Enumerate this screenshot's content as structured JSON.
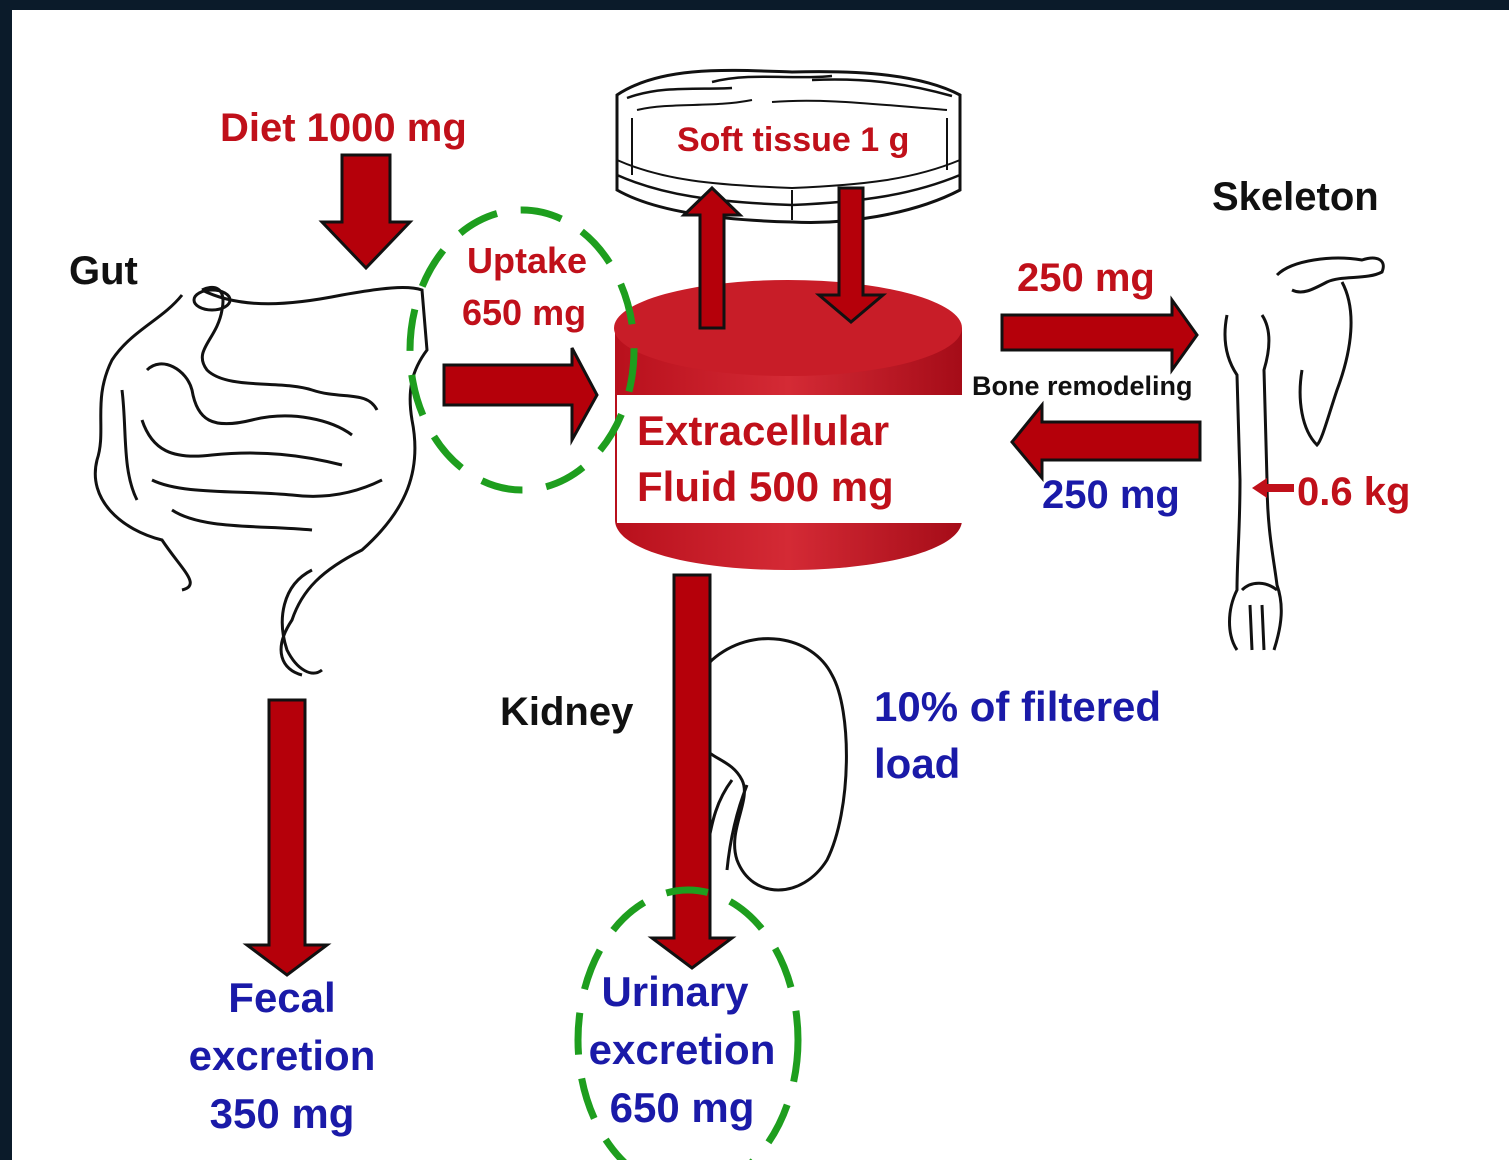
{
  "colors": {
    "flow_arrow": "#b5000a",
    "red_text": "#c0101a",
    "blue_text": "#1a1aa8",
    "highlight_circle": "#1e9e1e",
    "frame": "#0b1b2a"
  },
  "labels": {
    "diet": "Diet 1000 mg",
    "gut": "Gut",
    "uptake_line1": "Uptake",
    "uptake_line2": "650 mg",
    "soft_tissue": "Soft tissue 1 g",
    "ecf_line1": "Extracellular",
    "ecf_line2": "Fluid 500 mg",
    "skeleton": "Skeleton",
    "to_bone": "250 mg",
    "bone_remodeling": "Bone remodeling",
    "from_bone": "250 mg",
    "bone_mass": "0.6 kg",
    "kidney": "Kidney",
    "filtered_line1": "10% of filtered",
    "filtered_line2": "load",
    "fecal_line1": "Fecal",
    "fecal_line2": "excretion",
    "fecal_line3": "350 mg",
    "urinary_line1": "Urinary",
    "urinary_line2": "excretion",
    "urinary_line3": "650 mg"
  },
  "icons": [
    "intestine-icon",
    "soft-tissue-icon",
    "ecf-cylinder-icon",
    "skeleton-arm-icon",
    "kidney-icon"
  ]
}
